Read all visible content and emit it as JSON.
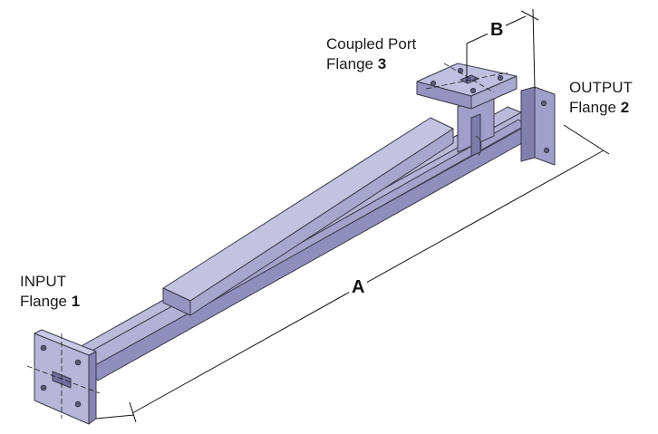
{
  "diagram": {
    "labels": {
      "coupled": {
        "line1": "Coupled Port",
        "line2_text": "Flange ",
        "line2_num": "3"
      },
      "output": {
        "line1": "OUTPUT",
        "line2_text": "Flange ",
        "line2_num": "2"
      },
      "input": {
        "line1": "INPUT",
        "line2_text": "Flange ",
        "line2_num": "1"
      }
    },
    "dimensions": {
      "length": "A",
      "width": "B"
    },
    "colors": {
      "body_top": "#b9b8d9",
      "body_side": "#9b9ac4",
      "body_dark": "#7c7ba9",
      "flange_face": "#a9a8cf",
      "outline": "#3a3a4a"
    }
  }
}
